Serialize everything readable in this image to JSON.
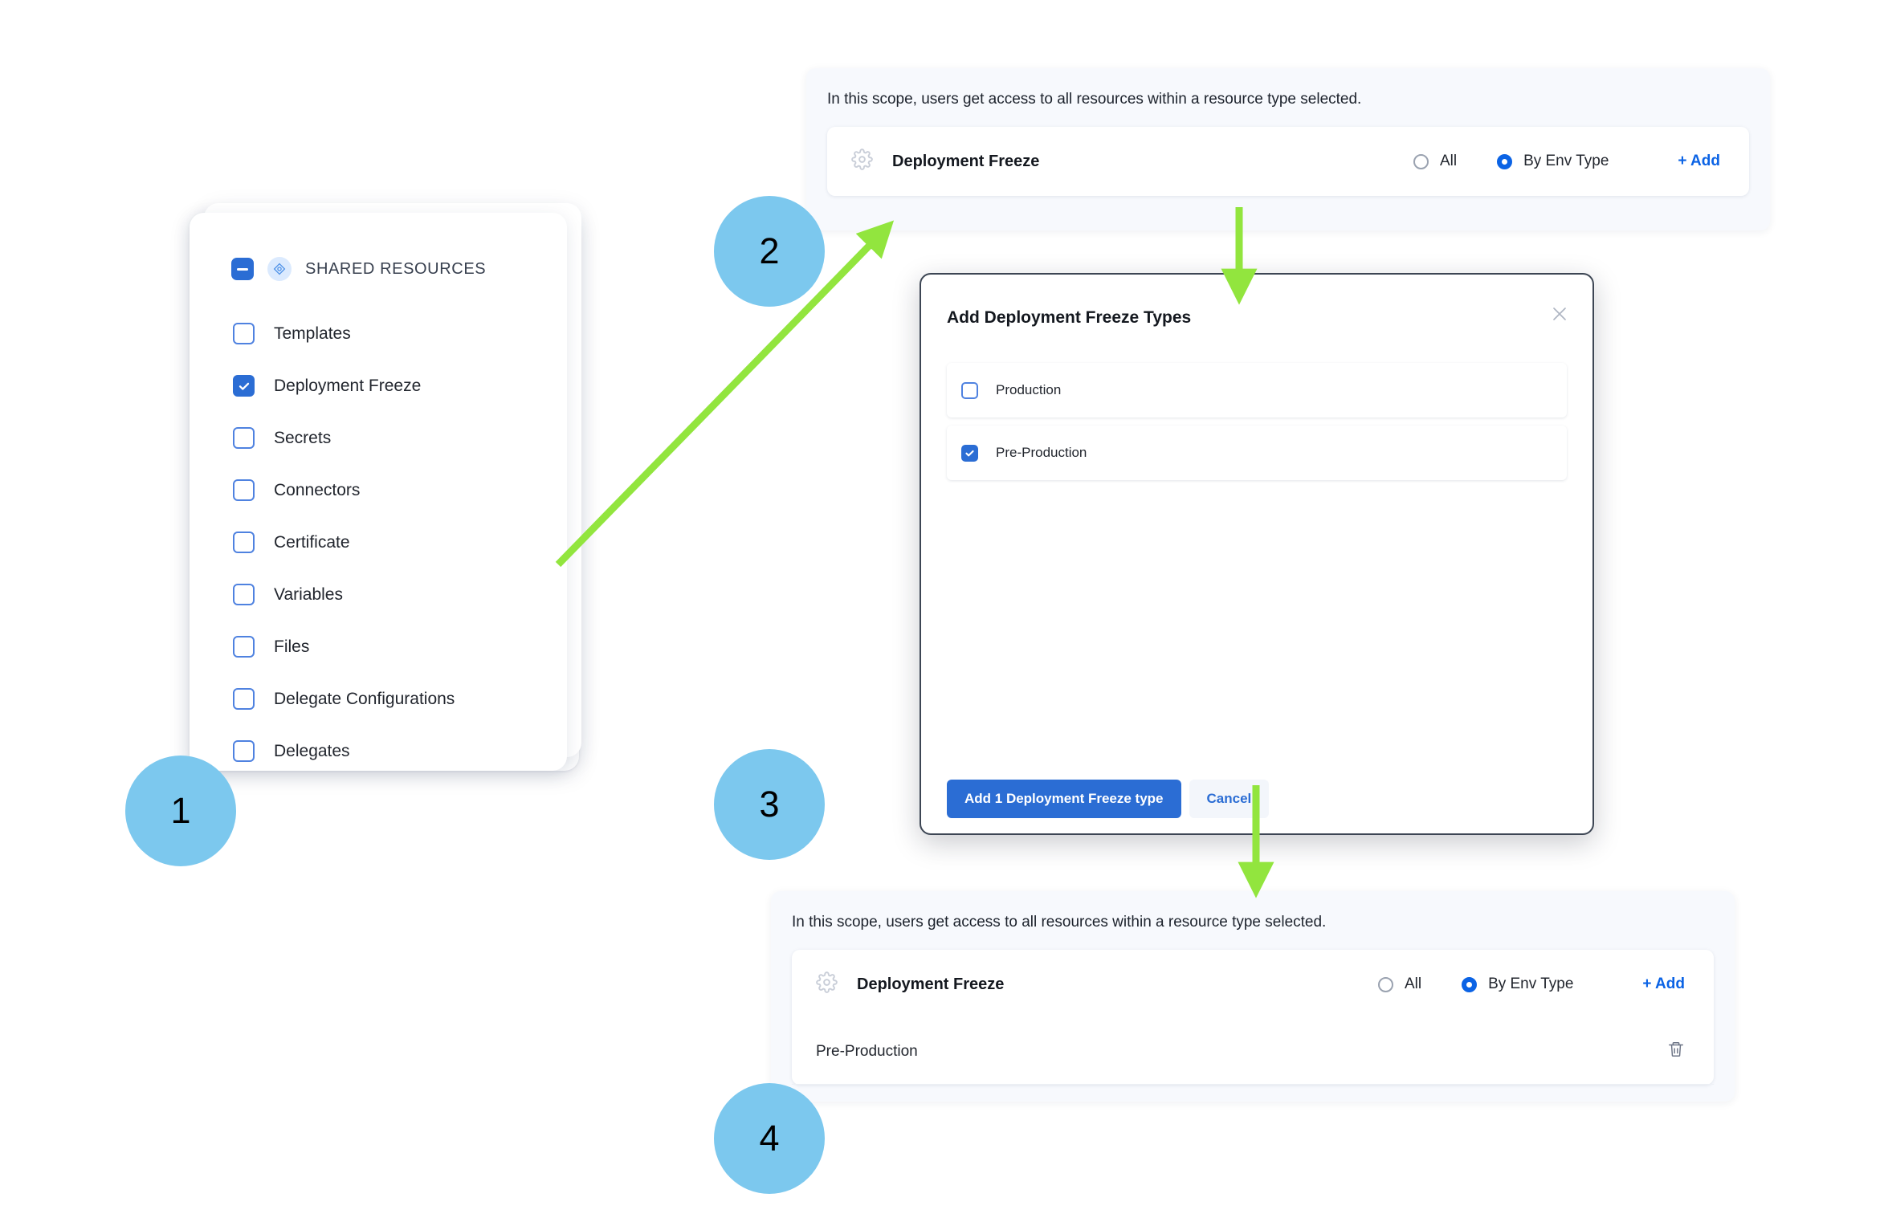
{
  "accent": {
    "brand_blue": "#2b6dd4",
    "link_blue": "#0b63e5",
    "arrow_green": "#92e53e",
    "badge_blue": "#7cc8ee"
  },
  "resource_tree": {
    "group_label": "SHARED RESOURCES",
    "group_state": "indeterminate",
    "items": [
      {
        "label": "Templates",
        "checked": false
      },
      {
        "label": "Deployment Freeze",
        "checked": true
      },
      {
        "label": "Secrets",
        "checked": false
      },
      {
        "label": "Connectors",
        "checked": false
      },
      {
        "label": "Certificate",
        "checked": false
      },
      {
        "label": "Variables",
        "checked": false
      },
      {
        "label": "Files",
        "checked": false
      },
      {
        "label": "Delegate Configurations",
        "checked": false
      },
      {
        "label": "Delegates",
        "checked": false
      }
    ]
  },
  "scope_before": {
    "note": "In this scope, users get access to all resources within a resource type selected.",
    "resource_title": "Deployment Freeze",
    "radio_all": "All",
    "radio_env": "By Env Type",
    "selected_radio": "By Env Type",
    "add_label": "+ Add"
  },
  "modal": {
    "title": "Add Deployment Freeze Types",
    "close_icon": "close-icon",
    "options": [
      {
        "label": "Production",
        "checked": false
      },
      {
        "label": "Pre-Production",
        "checked": true
      }
    ],
    "confirm_label": "Add 1 Deployment Freeze type",
    "cancel_label": "Cancel"
  },
  "scope_after": {
    "note": "In this scope, users get access to all resources within a resource type selected.",
    "resource_title": "Deployment Freeze",
    "radio_all": "All",
    "radio_env": "By Env Type",
    "selected_radio": "By Env Type",
    "add_label": "+ Add",
    "entries": [
      {
        "label": "Pre-Production",
        "delete_icon": "trash-icon"
      }
    ]
  },
  "steps": [
    {
      "number": "1"
    },
    {
      "number": "2"
    },
    {
      "number": "3"
    },
    {
      "number": "4"
    }
  ]
}
